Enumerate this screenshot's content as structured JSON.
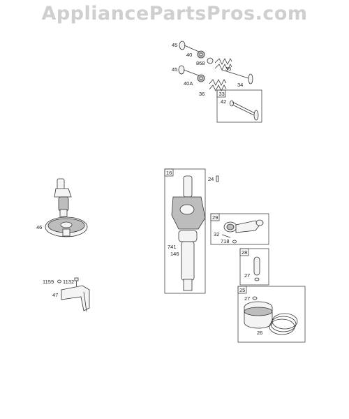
{
  "watermark": "AppliancePartsPros.com",
  "labels": {
    "l45a": "45",
    "l40": "40",
    "l868": "868",
    "l35": "35",
    "l34": "34",
    "l45b": "45",
    "l40a": "40A",
    "l36": "36",
    "l33": "33",
    "l42": "42",
    "l46": "46",
    "l16": "16",
    "l24": "24",
    "l741": "741",
    "l146": "146",
    "l29": "29",
    "l32": "32",
    "l718": "718",
    "l28": "28",
    "l27a": "27",
    "l25": "25",
    "l27b": "27",
    "l26": "26",
    "l1159": "1159",
    "l1132": "1132",
    "l47": "47"
  }
}
